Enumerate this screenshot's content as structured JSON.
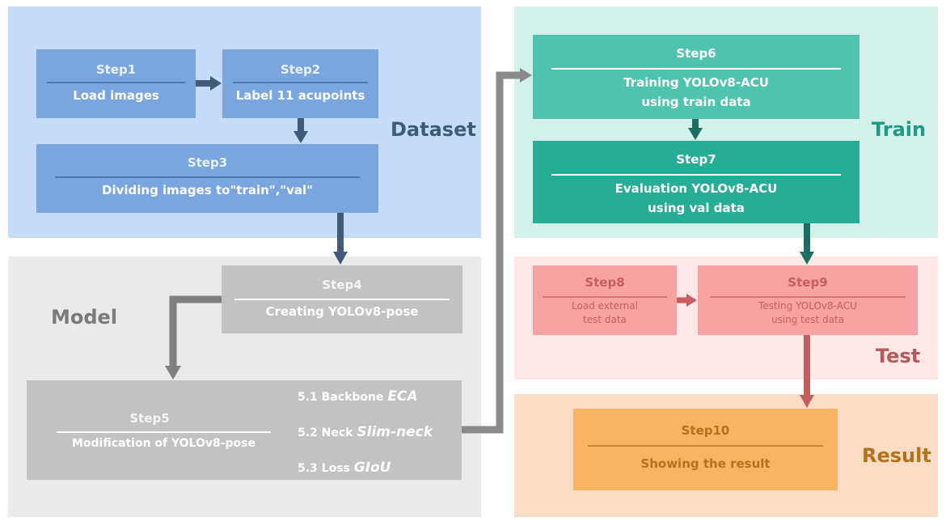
{
  "sections": {
    "dataset": "Dataset",
    "model": "Model",
    "train": "Train",
    "test": "Test",
    "result": "Result"
  },
  "steps": {
    "step1": {
      "title": "Step1",
      "lines": [
        "Load images"
      ]
    },
    "step2": {
      "title": "Step2",
      "lines": [
        "Label 11 acupoints"
      ]
    },
    "step3": {
      "title": "Step3",
      "lines": [
        "Dividing images to\"train\",\"val\""
      ]
    },
    "step4": {
      "title": "Step4",
      "lines": [
        "Creating YOLOv8-pose"
      ]
    },
    "step5": {
      "title": "Step5",
      "lines": [
        "Modification of YOLOv8-pose"
      ],
      "items": [
        {
          "label": "5.1 Backbone",
          "name": "ECA"
        },
        {
          "label": "5.2 Neck",
          "name": "Slim-neck"
        },
        {
          "label": "5.3 Loss",
          "name": "GIoU"
        }
      ]
    },
    "step6": {
      "title": "Step6",
      "lines": [
        "Training YOLOv8-ACU",
        "using train data"
      ]
    },
    "step7": {
      "title": "Step7",
      "lines": [
        "Evaluation YOLOv8-ACU",
        "using val data"
      ]
    },
    "step8": {
      "title": "Step8",
      "lines": [
        "Load external",
        "test data"
      ]
    },
    "step9": {
      "title": "Step9",
      "lines": [
        "Testing YOLOv8-ACU",
        "using test data"
      ]
    },
    "step10": {
      "title": "Step10",
      "lines": [
        "Showing the result"
      ]
    }
  },
  "colors": {
    "dataset_bg": "#c6dbf8",
    "model_bg": "#eaeaea",
    "train_bg": "#d3f1ea",
    "test_bg": "#fde7e7",
    "result_bg": "#fcdcc4",
    "blue_box": "#7aa6df",
    "gray_box": "#c2c2c2",
    "teal_box": "#25ad96",
    "teal_box_light": "#4ec3ae",
    "red_box": "#f7a3a3",
    "orange_box": "#f9b364",
    "dataset_text": "#3f5a7a",
    "model_text": "#7a7a7a",
    "train_text": "#1e9a86",
    "test_text": "#b55a5a",
    "result_text": "#b5721d"
  }
}
